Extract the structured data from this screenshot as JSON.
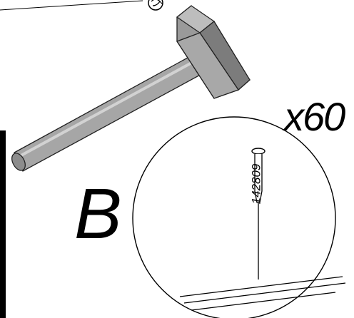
{
  "step": {
    "letter": "B"
  },
  "quantity": {
    "label": "x60"
  },
  "detail": {
    "part_number": "142809"
  },
  "icons": {
    "hammer": "hammer-icon",
    "nail": "nail-icon",
    "hand": "hand-icon"
  },
  "colors": {
    "line": "#000000",
    "hammer_shaft": "#a6a6a6",
    "hammer_head": "#999999",
    "background": "#ffffff"
  }
}
